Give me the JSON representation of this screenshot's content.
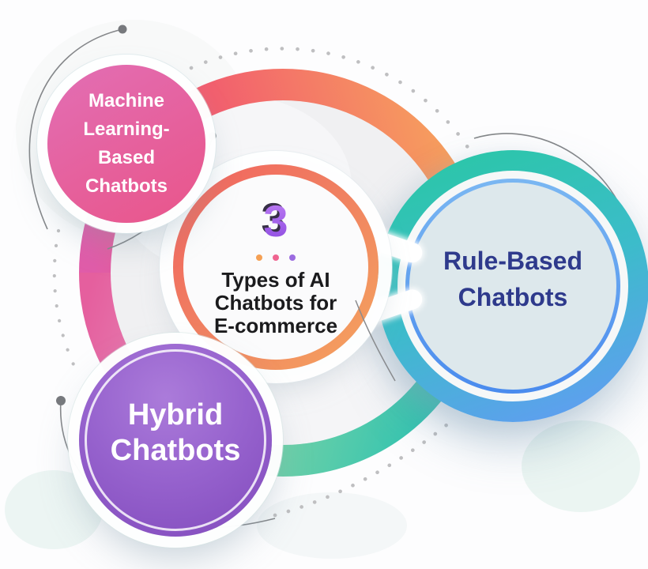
{
  "center": {
    "number": "3",
    "title_lines": [
      "Types of AI",
      "Chatbots for",
      "E-commerce"
    ],
    "separator_dot_colors": [
      "#f5a054",
      "#ef6490",
      "#9b6be0"
    ],
    "ring_colors": [
      "#f2615f",
      "#f5a55e"
    ],
    "number_color": "#9c5ce8"
  },
  "bubbles": {
    "machine_learning": {
      "lines": [
        "Machine",
        "Learning-",
        "Based",
        "Chatbots"
      ],
      "fill_colors": [
        "#e26fb5",
        "#e9558a"
      ],
      "text_color": "#ffffff"
    },
    "rule_based": {
      "lines": [
        "Rule-Based",
        "Chatbots"
      ],
      "ring_colors": [
        "#2dc5ac",
        "#5f9ef0"
      ],
      "inner_ring_colors": [
        "#7ab7f2",
        "#4a8bee"
      ],
      "fill_color": "#dde8ec",
      "text_color": "#2e3a8c"
    },
    "hybrid": {
      "lines": [
        "Hybrid",
        "Chatbots"
      ],
      "fill_colors": [
        "#ab7bda",
        "#8049bb"
      ],
      "text_color": "#ffffff"
    }
  },
  "big_ring": {
    "top_gradient": [
      "#e05ca9",
      "#f25f6e",
      "#f7a45c"
    ],
    "bottom_gradient": [
      "#e55f9e",
      "#93d8a1",
      "#2bc2b2"
    ],
    "inner_fill": "#f0f0f2"
  },
  "decor": {
    "dotted_arc_color": "#bfbfc1",
    "accent_arc_color": "#85878a",
    "accent_dot_color": "#77797d"
  }
}
